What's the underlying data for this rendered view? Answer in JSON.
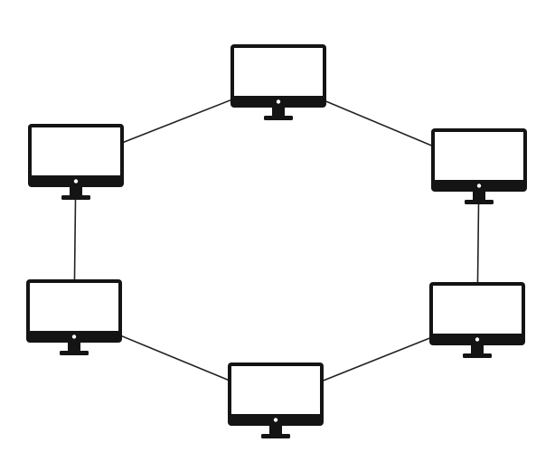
{
  "diagram": {
    "topology": "ring",
    "node_icon": "desktop-monitor-icon",
    "colors": {
      "background": "#ffffff",
      "monitor": "#141414",
      "screen": "#ffffff",
      "link": "#222222",
      "power_dot": "#ffffff"
    },
    "nodes": [
      {
        "id": "top"
      },
      {
        "id": "upper-right"
      },
      {
        "id": "lower-right"
      },
      {
        "id": "bottom"
      },
      {
        "id": "lower-left"
      },
      {
        "id": "upper-left"
      }
    ],
    "links": [
      {
        "from": "top",
        "to": "upper-right"
      },
      {
        "from": "upper-right",
        "to": "lower-right"
      },
      {
        "from": "lower-right",
        "to": "bottom"
      },
      {
        "from": "bottom",
        "to": "lower-left"
      },
      {
        "from": "lower-left",
        "to": "upper-left"
      },
      {
        "from": "upper-left",
        "to": "top"
      }
    ]
  }
}
